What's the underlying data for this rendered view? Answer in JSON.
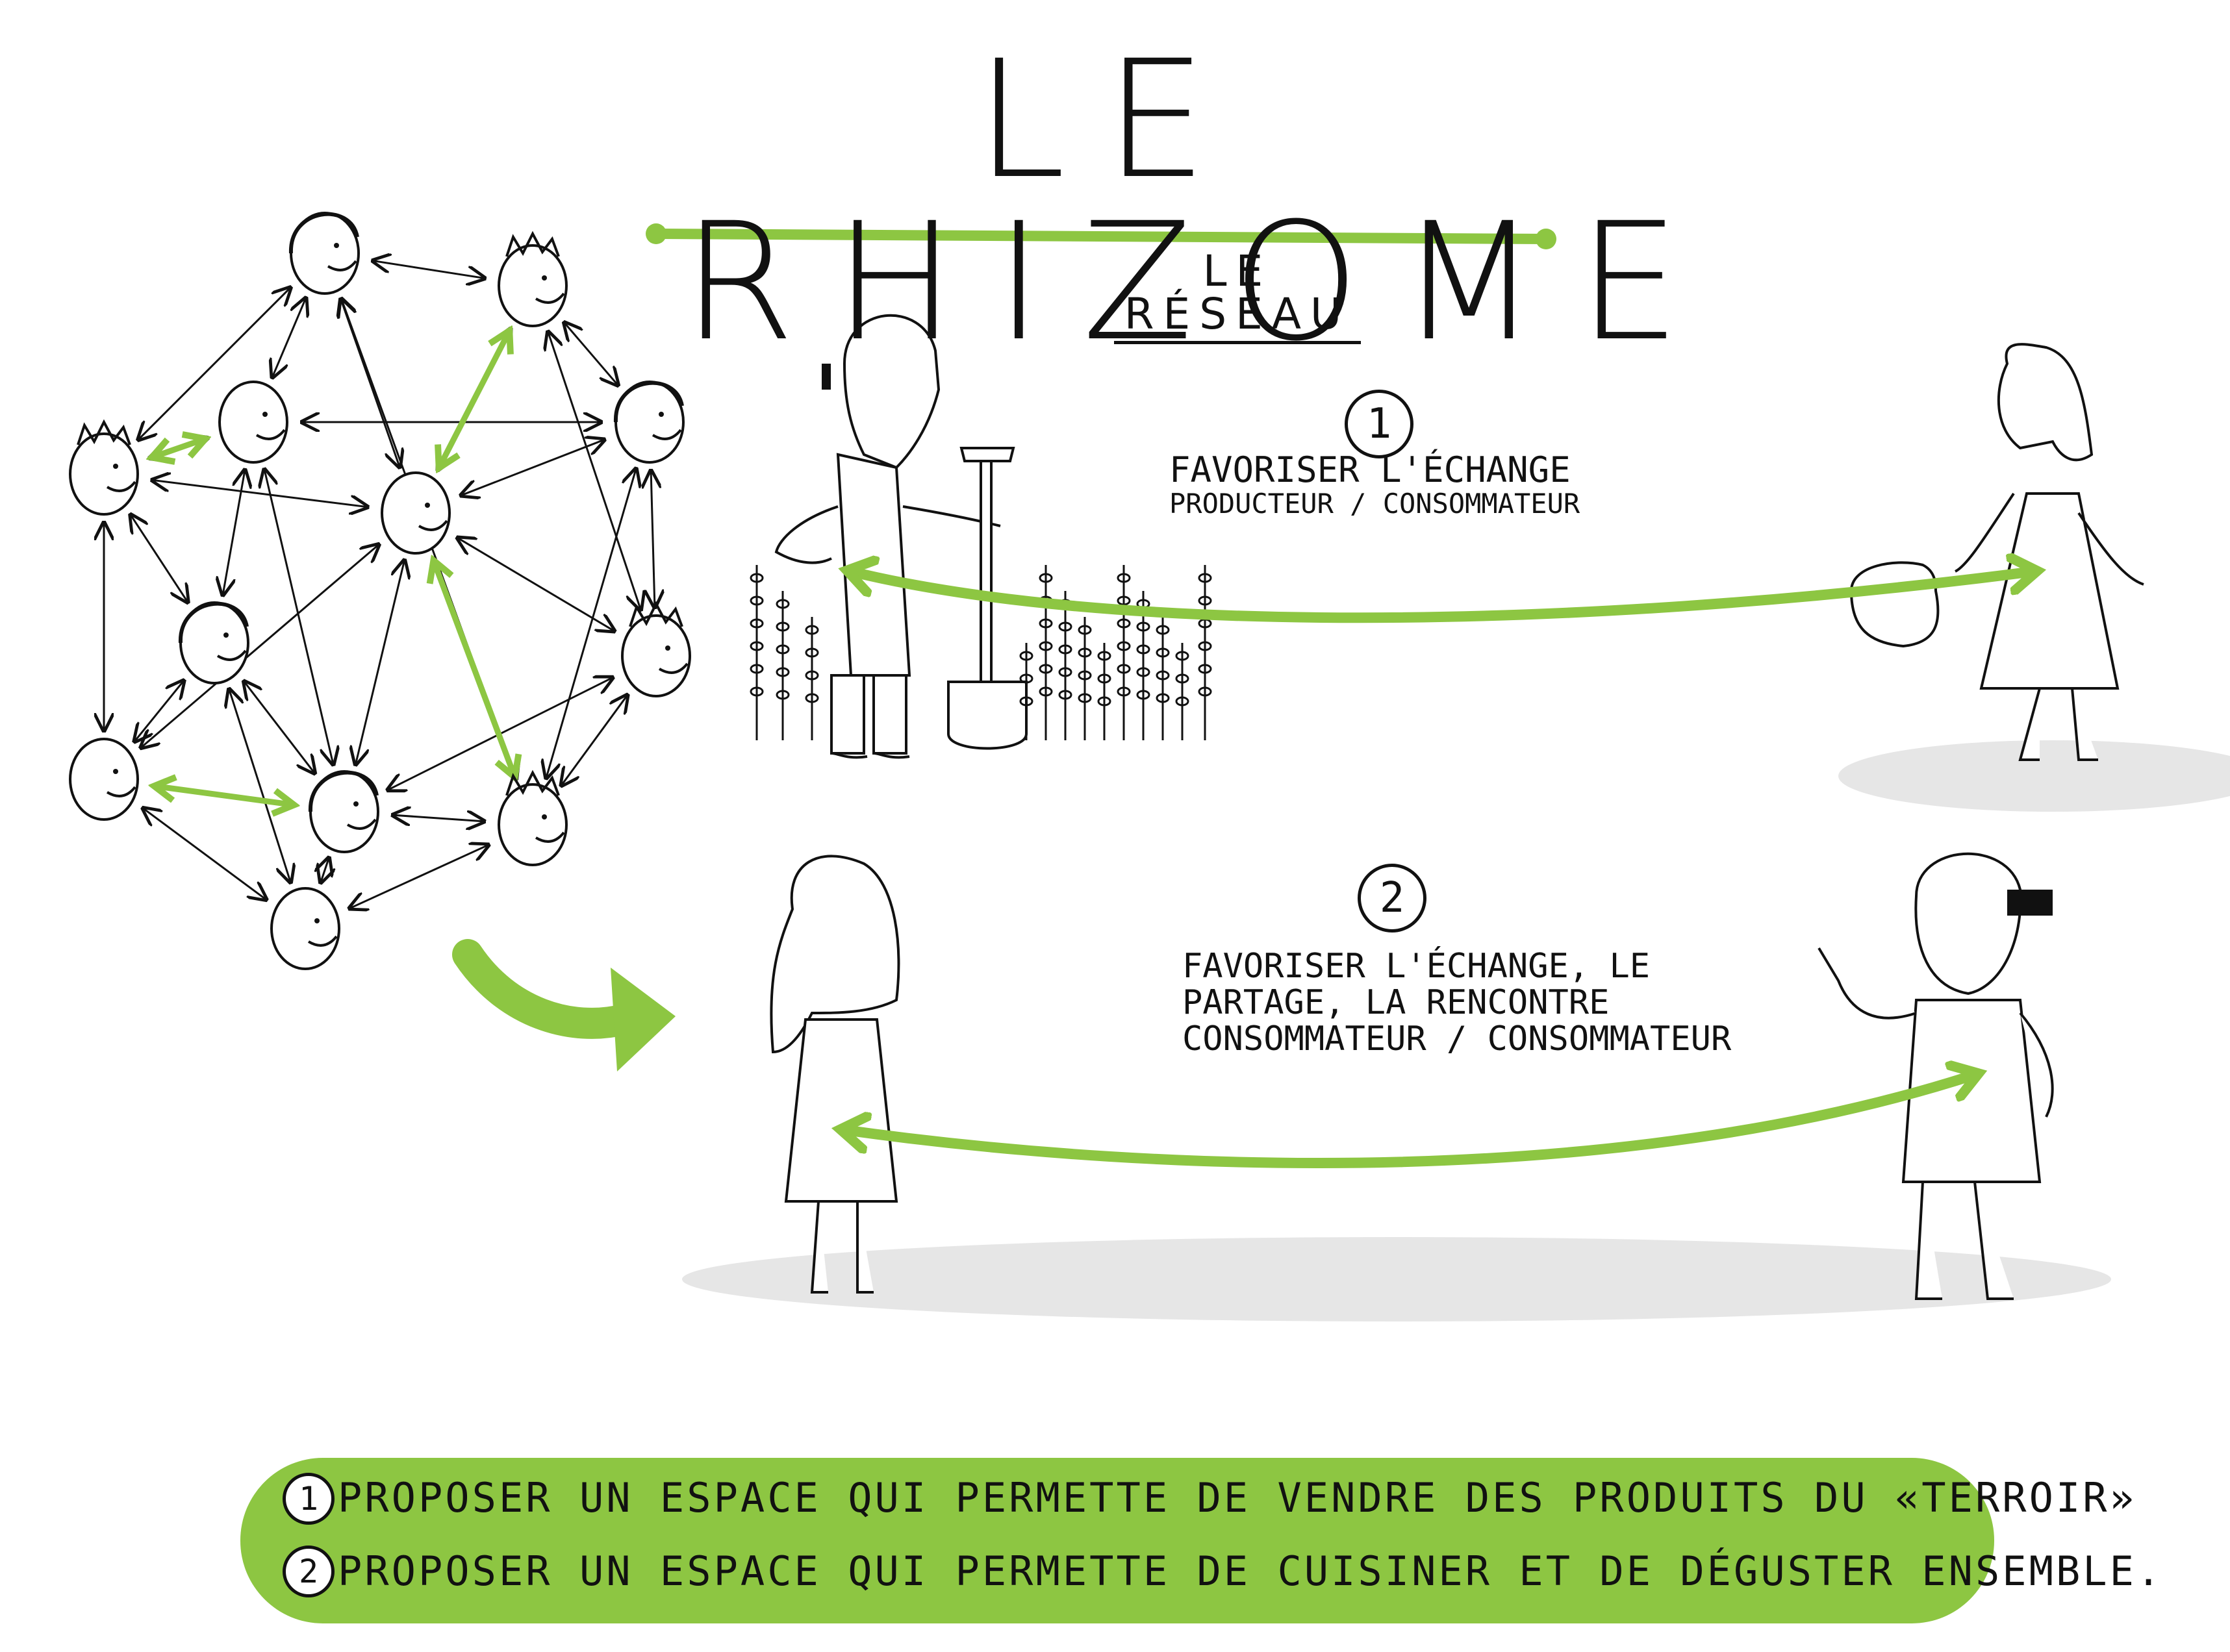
{
  "title": "LE RHIZOME",
  "subtitle": "LE RÉSEAU",
  "colors": {
    "green": "#8dc642",
    "ink": "#111111",
    "ground": "#e6e6e6"
  },
  "scene1": {
    "number": "1",
    "line1": "FAVORISER L'ÉCHANGE",
    "line2": "PRODUCTEUR / CONSOMMATEUR"
  },
  "scene2": {
    "number": "2",
    "line1": "FAVORISER L'ÉCHANGE, LE",
    "line2": "PARTAGE, LA RENCONTRE",
    "line3": "CONSOMMATEUR / CONSOMMATEUR"
  },
  "banner": {
    "item1_num": "1",
    "item1": "PROPOSER UN ESPACE QUI PERMETTE DE VENDRE DES PRODUITS DU «TERROIR»",
    "item2_num": "2",
    "item2": "PROPOSER UN ESPACE QUI PERMETTE DE CUISINER ET DE DÉGUSTER ENSEMBLE."
  }
}
